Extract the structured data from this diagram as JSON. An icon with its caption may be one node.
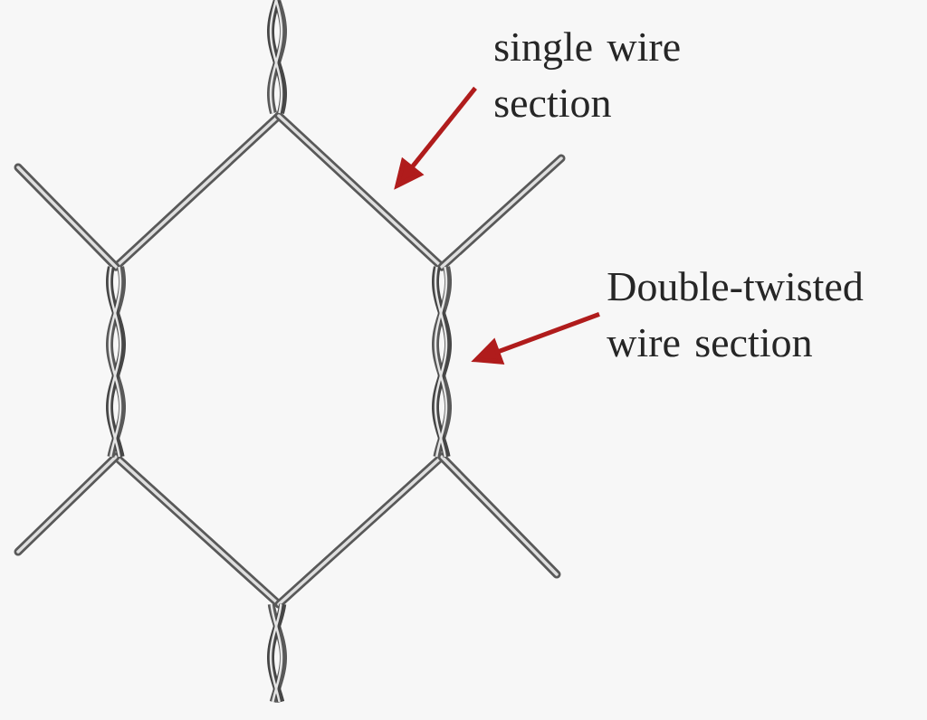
{
  "diagram": {
    "nodes": [
      {
        "text": [
          "single wire section"
        ]
      },
      {
        "text": [
          "Double-twisted wire section"
        ]
      }
    ],
    "edges": [
      {
        "from": 0,
        "to": null,
        "arrow": "to"
      },
      {
        "from": 1,
        "to": null,
        "arrow": "to"
      }
    ]
  }
}
